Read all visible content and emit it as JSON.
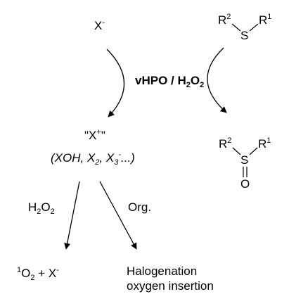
{
  "halide": {
    "base": "X",
    "charge": "-"
  },
  "sulfide": {
    "r2": {
      "base": "R",
      "sup": "2"
    },
    "s": "S",
    "r1": {
      "base": "R",
      "sup": "1"
    }
  },
  "reagent": {
    "part1": "vHPO / H",
    "sub1": "2",
    "part2": "O",
    "sub2": "2"
  },
  "intermediate": {
    "q1": "\"X",
    "sup": "+",
    "q2": "\""
  },
  "species": {
    "open": "(XOH, X",
    "sub1": "2",
    "mid": ", X",
    "sub2": "3",
    "sup2": "-",
    "close": "...)"
  },
  "sulfoxide": {
    "r2": {
      "base": "R",
      "sup": "2"
    },
    "s": "S",
    "r1": {
      "base": "R",
      "sup": "1"
    },
    "o": "O"
  },
  "branch_left": {
    "base": "H",
    "sub1": "2",
    "mid": "O",
    "sub2": "2"
  },
  "branch_right": {
    "label": "Org."
  },
  "product_left": {
    "sup": "1",
    "o": "O",
    "sub": "2",
    "rest": " + X",
    "charge": "-"
  },
  "product_right": {
    "line1": "Halogenation",
    "line2": "oxygen insertion"
  }
}
